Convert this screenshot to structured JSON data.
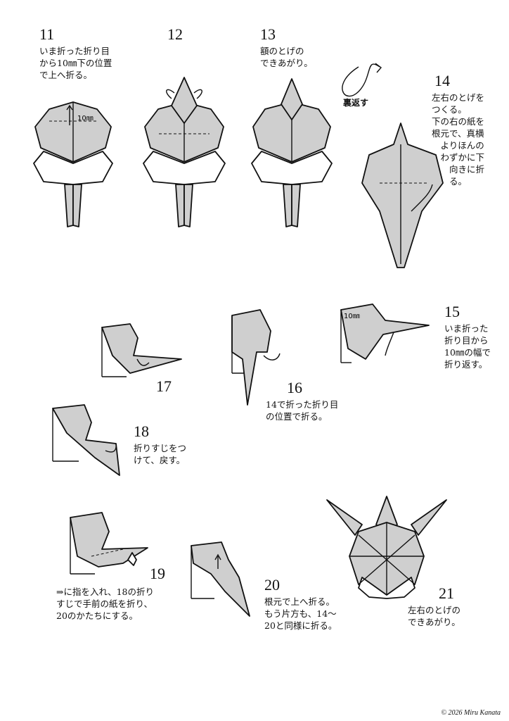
{
  "steps": [
    {
      "number": "11",
      "text": "いま折った折り目\nから10㎜下の位置\nで上へ折る。"
    },
    {
      "number": "12",
      "text": ""
    },
    {
      "number": "13",
      "text": "額のとげの\nできあがり。"
    },
    {
      "number": "14",
      "text": "左右のとげを\nつくる。\n下の右の紙を\n根元で、真横\n　よりほんの\n　わずかに下\n　　向きに折\n　　る。"
    },
    {
      "number": "15",
      "text": "いま折った\n折り目から\n10㎜の幅で\n折り返す。"
    },
    {
      "number": "16",
      "text": "14で折った折り目\nの位置で折る。"
    },
    {
      "number": "17",
      "text": ""
    },
    {
      "number": "18",
      "text": "折りすじをつ\nけて、戻す。"
    },
    {
      "number": "19",
      "text": "⇒に指を入れ、18の折り\nすじで手前の紙を折り、\n20のかたちにする。"
    },
    {
      "number": "20",
      "text": "根元で上へ折る。\nもう片方も、14〜\n20と同様に折る。"
    },
    {
      "number": "21",
      "text": "左右のとげの\nできあがり。"
    }
  ],
  "labels": {
    "turn_over": "裏返す",
    "measure_11": "10㎜",
    "measure_15": "10㎜"
  },
  "copyright": "© 2026 Miru Kanata"
}
